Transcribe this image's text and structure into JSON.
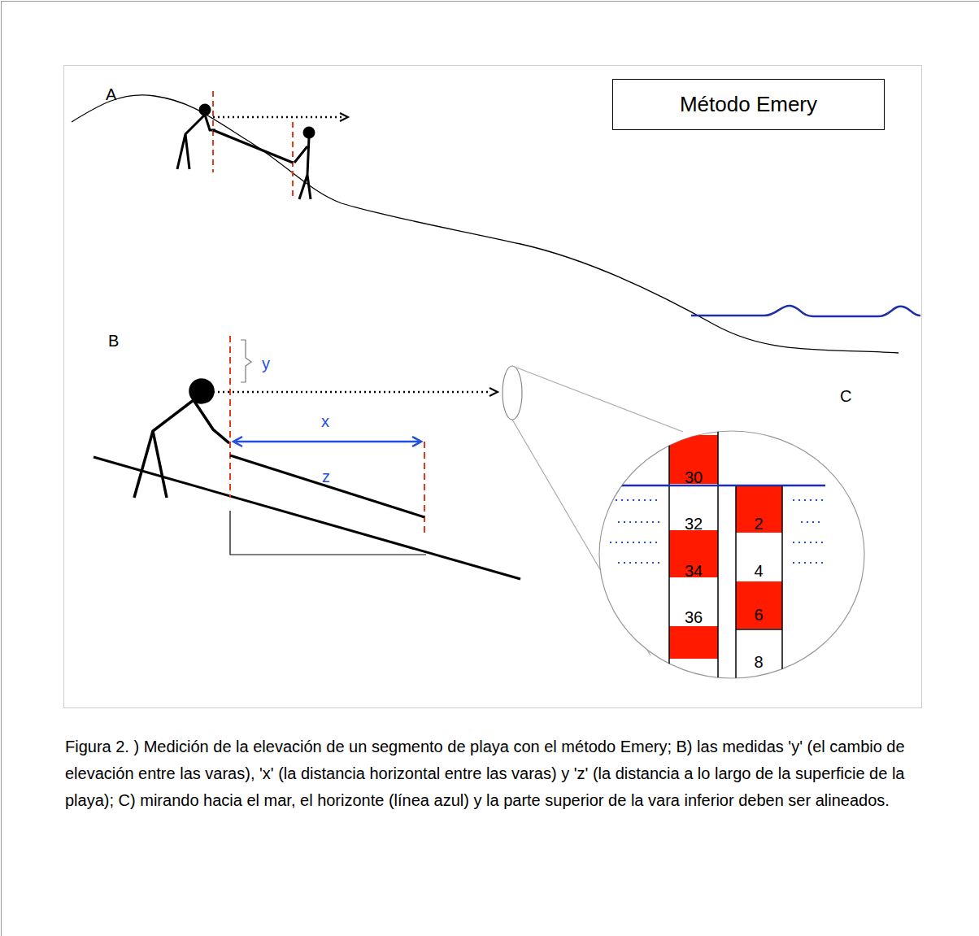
{
  "diagram": {
    "caption": "Figura 2. ) Medición de la elevación de un segmento de playa con el método Emery; B) las medidas 'y' (el cambio de elevación entre las varas), 'x' (la distancia horizontal entre las varas) y 'z' (la distancia a lo largo de la superficie de la playa); C) mirando hacia el mar, el horizonte (línea azul) y la parte superior de la vara inferior deben ser alineados.",
    "nodes": [
      {
        "text": [
          "Método Emery"
        ]
      }
    ],
    "labels": [
      "A",
      "B",
      "y",
      "x",
      "z",
      "C",
      "30",
      "32",
      "34",
      "36",
      "2",
      "4",
      "6",
      "8"
    ]
  }
}
